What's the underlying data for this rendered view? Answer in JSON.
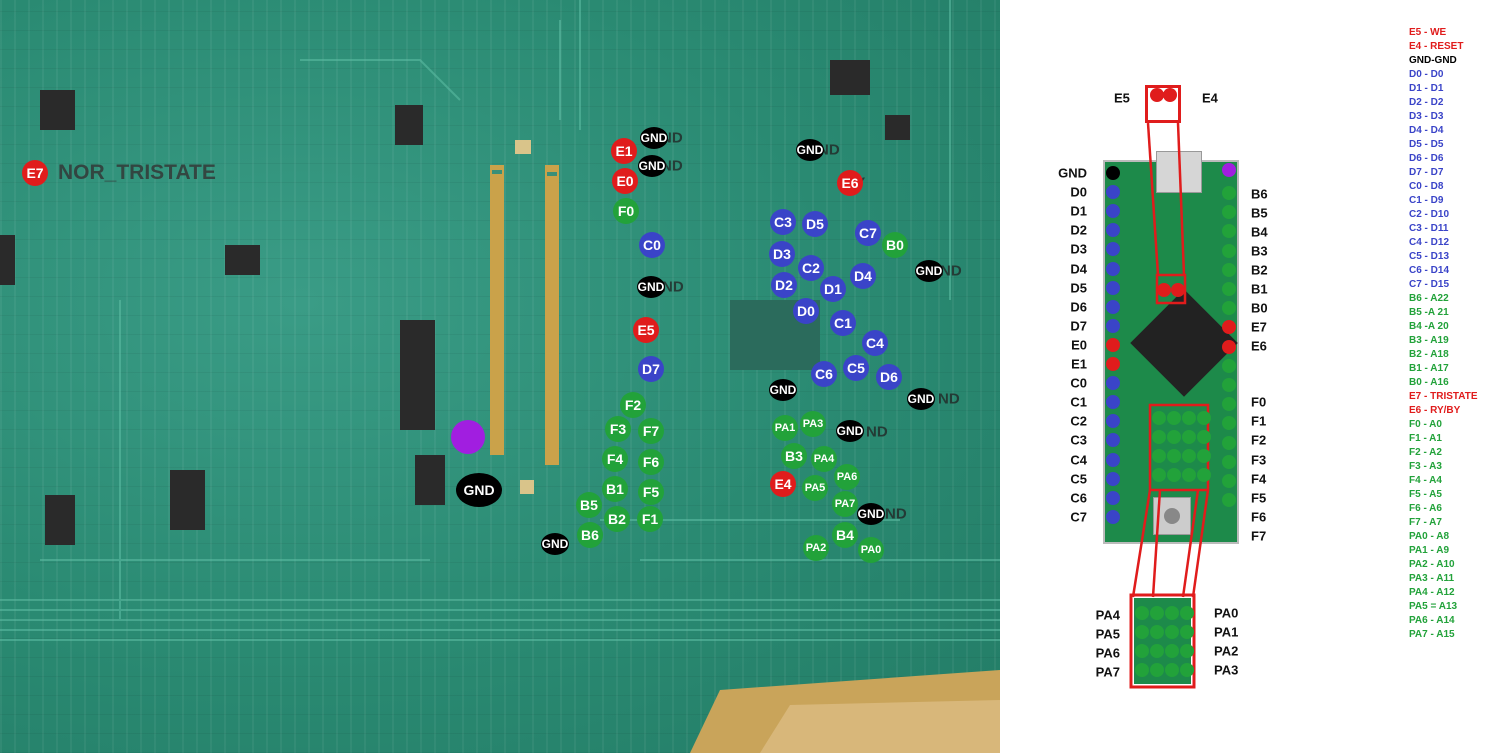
{
  "colors": {
    "blue": "#3a44c8",
    "green": "#22a23a",
    "red": "#e01c1c",
    "black": "#000000",
    "purple": "#a11ee0"
  },
  "pcb": {
    "nor_label": "NOR_TRISTATE",
    "markers": [
      {
        "text": "E7",
        "c": "red"
      },
      {
        "text": "GND",
        "c": "black"
      },
      {
        "text": "E1",
        "c": "red"
      },
      {
        "text": "GND",
        "c": "black"
      },
      {
        "text": "E0",
        "c": "red"
      },
      {
        "text": "F0",
        "c": "green"
      },
      {
        "text": "C0",
        "c": "blue"
      },
      {
        "text": "GND",
        "c": "black"
      },
      {
        "text": "E5",
        "c": "red"
      },
      {
        "text": "D7",
        "c": "blue"
      },
      {
        "text": "F2",
        "c": "green"
      },
      {
        "text": "F3",
        "c": "green"
      },
      {
        "text": "F7",
        "c": "green"
      },
      {
        "text": "F4",
        "c": "green"
      },
      {
        "text": "F6",
        "c": "green"
      },
      {
        "text": "B1",
        "c": "green"
      },
      {
        "text": "F5",
        "c": "green"
      },
      {
        "text": "B5",
        "c": "green"
      },
      {
        "text": "B2",
        "c": "green"
      },
      {
        "text": "F1",
        "c": "green"
      },
      {
        "text": "B6",
        "c": "green"
      },
      {
        "text": "GND",
        "c": "black"
      },
      {
        "text": "GND",
        "c": "black"
      },
      {
        "text": "E6",
        "c": "red"
      },
      {
        "text": "C3",
        "c": "blue"
      },
      {
        "text": "D5",
        "c": "blue"
      },
      {
        "text": "C7",
        "c": "blue"
      },
      {
        "text": "B0",
        "c": "green"
      },
      {
        "text": "D3",
        "c": "blue"
      },
      {
        "text": "C2",
        "c": "blue"
      },
      {
        "text": "D4",
        "c": "blue"
      },
      {
        "text": "GND",
        "c": "black"
      },
      {
        "text": "D2",
        "c": "blue"
      },
      {
        "text": "D1",
        "c": "blue"
      },
      {
        "text": "D0",
        "c": "blue"
      },
      {
        "text": "C1",
        "c": "blue"
      },
      {
        "text": "C4",
        "c": "blue"
      },
      {
        "text": "C6",
        "c": "blue"
      },
      {
        "text": "C5",
        "c": "blue"
      },
      {
        "text": "D6",
        "c": "blue"
      },
      {
        "text": "GND",
        "c": "black"
      },
      {
        "text": "GND",
        "c": "black"
      },
      {
        "text": "PA1",
        "c": "green"
      },
      {
        "text": "PA3",
        "c": "green"
      },
      {
        "text": "GND",
        "c": "black"
      },
      {
        "text": "B3",
        "c": "green"
      },
      {
        "text": "PA4",
        "c": "green"
      },
      {
        "text": "PA6",
        "c": "green"
      },
      {
        "text": "E4",
        "c": "red"
      },
      {
        "text": "PA5",
        "c": "green"
      },
      {
        "text": "PA7",
        "c": "green"
      },
      {
        "text": "GND",
        "c": "black"
      },
      {
        "text": "B4",
        "c": "green"
      },
      {
        "text": "PA2",
        "c": "green"
      },
      {
        "text": "PA0",
        "c": "green"
      }
    ],
    "ghost_text": "ND",
    "ghost_text2": "RY",
    "gnd_big": "GND"
  },
  "board": {
    "top_left_label": "E5",
    "top_right_label": "E4",
    "left_labels": [
      "GND",
      "D0",
      "D1",
      "D2",
      "D3",
      "D4",
      "D5",
      "D6",
      "D7",
      "E0",
      "E1",
      "C0",
      "C1",
      "C2",
      "C3",
      "C4",
      "C5",
      "C6",
      "C7"
    ],
    "right_labels": [
      "B6",
      "B5",
      "B4",
      "B3",
      "B2",
      "B1",
      "B0",
      "E7",
      "E6",
      "F0",
      "F1",
      "F2",
      "F3",
      "F4",
      "F5",
      "F6",
      "F7"
    ],
    "left_pins": [
      "black",
      "blue",
      "blue",
      "blue",
      "blue",
      "blue",
      "blue",
      "blue",
      "blue",
      "red",
      "red",
      "blue",
      "blue",
      "blue",
      "blue",
      "blue",
      "blue",
      "blue",
      "blue"
    ],
    "right_pins": [
      "purple",
      "green",
      "green",
      "green",
      "green",
      "green",
      "green",
      "green",
      "red",
      "red",
      "green",
      "green",
      "green",
      "green",
      "green",
      "green",
      "green",
      "green"
    ],
    "header_left": [
      "PA4",
      "PA5",
      "PA6",
      "PA7"
    ],
    "header_right": [
      "PA0",
      "PA1",
      "PA2",
      "PA3"
    ]
  },
  "legend": [
    {
      "t": "E5 - WE",
      "c": "red"
    },
    {
      "t": "E4 - RESET",
      "c": "red"
    },
    {
      "t": "GND-GND",
      "c": "black"
    },
    {
      "t": "D0 - D0",
      "c": "blue"
    },
    {
      "t": "D1 - D1",
      "c": "blue"
    },
    {
      "t": "D2 - D2",
      "c": "blue"
    },
    {
      "t": "D3 - D3",
      "c": "blue"
    },
    {
      "t": "D4 - D4",
      "c": "blue"
    },
    {
      "t": "D5 - D5",
      "c": "blue"
    },
    {
      "t": "D6 - D6",
      "c": "blue"
    },
    {
      "t": "D7 - D7",
      "c": "blue"
    },
    {
      "t": "C0 - D8",
      "c": "blue"
    },
    {
      "t": "C1 - D9",
      "c": "blue"
    },
    {
      "t": "C2 - D10",
      "c": "blue"
    },
    {
      "t": "C3 - D11",
      "c": "blue"
    },
    {
      "t": "C4 - D12",
      "c": "blue"
    },
    {
      "t": "C5 - D13",
      "c": "blue"
    },
    {
      "t": "C6 - D14",
      "c": "blue"
    },
    {
      "t": "C7 - D15",
      "c": "blue"
    },
    {
      "t": "B6 - A22",
      "c": "green"
    },
    {
      "t": "B5 -A 21",
      "c": "green"
    },
    {
      "t": "B4 -A 20",
      "c": "green"
    },
    {
      "t": "B3 - A19",
      "c": "green"
    },
    {
      "t": "B2 - A18",
      "c": "green"
    },
    {
      "t": "B1 - A17",
      "c": "green"
    },
    {
      "t": "B0 - A16",
      "c": "green"
    },
    {
      "t": "E7 - TRISTATE",
      "c": "red"
    },
    {
      "t": "E6 - RY/BY",
      "c": "red"
    },
    {
      "t": "F0 - A0",
      "c": "green"
    },
    {
      "t": "F1 - A1",
      "c": "green"
    },
    {
      "t": "F2 - A2",
      "c": "green"
    },
    {
      "t": "F3 - A3",
      "c": "green"
    },
    {
      "t": "F4 - A4",
      "c": "green"
    },
    {
      "t": "F5 - A5",
      "c": "green"
    },
    {
      "t": "F6 - A6",
      "c": "green"
    },
    {
      "t": "F7 - A7",
      "c": "green"
    },
    {
      "t": "PA0 - A8",
      "c": "green"
    },
    {
      "t": "PA1 - A9",
      "c": "green"
    },
    {
      "t": "PA2 - A10",
      "c": "green"
    },
    {
      "t": "PA3 - A11",
      "c": "green"
    },
    {
      "t": "PA4 - A12",
      "c": "green"
    },
    {
      "t": "PA5 = A13",
      "c": "green"
    },
    {
      "t": "PA6 - A14",
      "c": "green"
    },
    {
      "t": "PA7 - A15",
      "c": "green"
    }
  ]
}
